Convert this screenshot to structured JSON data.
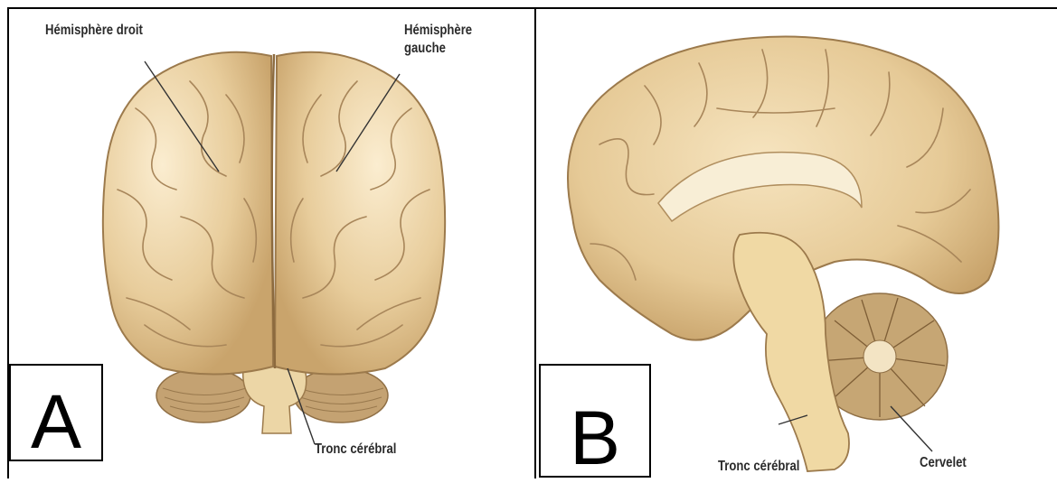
{
  "panel_a": {
    "letter": "A",
    "labels": {
      "right_hemisphere": "Hémisphère droit",
      "left_hemisphere": "Hémisphère gauche",
      "brainstem": "Tronc cérébral"
    }
  },
  "panel_b": {
    "letter": "B",
    "labels": {
      "brainstem": "Tronc cérébral",
      "cerebellum": "Cervelet"
    }
  },
  "colors": {
    "brain_base": "#e9cf9f",
    "brain_light": "#f7e6c3",
    "brain_shadow": "#c7a16a",
    "brainstem": "#f2dca8",
    "cerebellum": "#b89a6e"
  }
}
